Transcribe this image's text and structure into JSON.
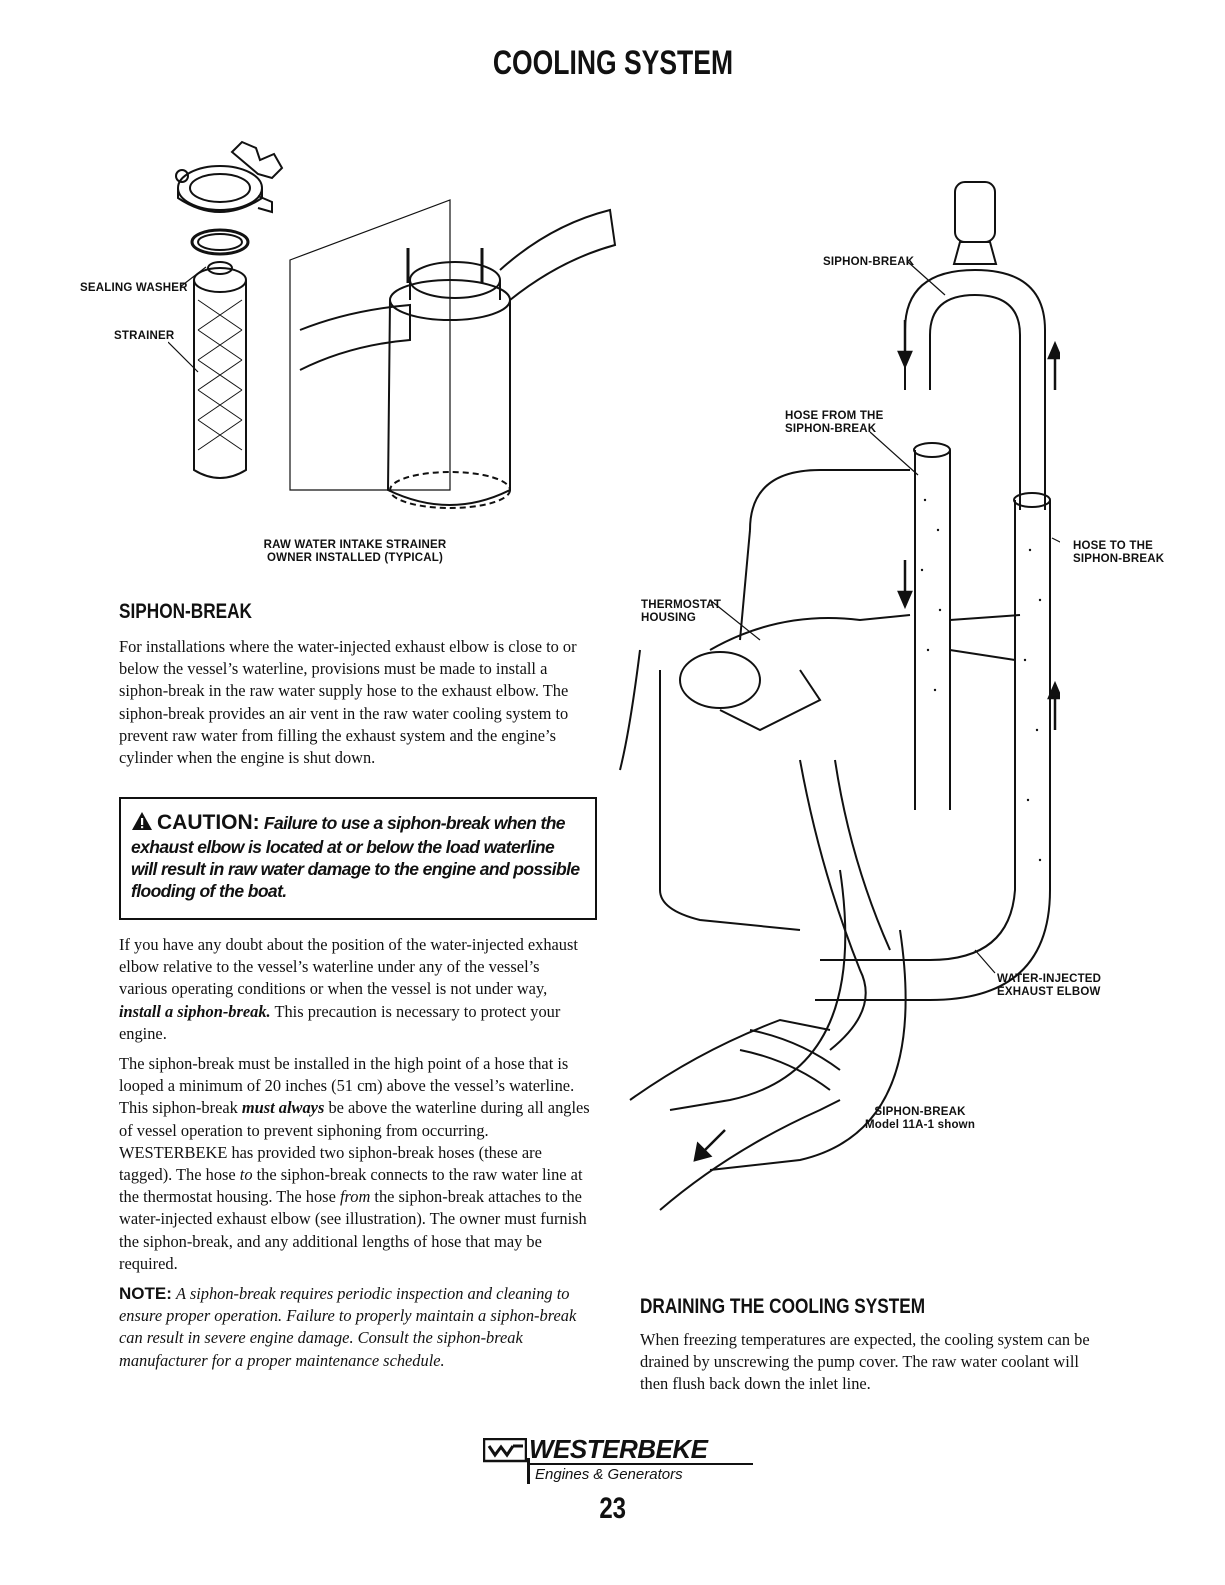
{
  "page": {
    "title": "COOLING SYSTEM",
    "page_number": "23"
  },
  "figure_strainer": {
    "callouts": {
      "sealing_washer": "SEALING WASHER",
      "strainer": "STRAINER"
    },
    "caption_line1": "RAW WATER INTAKE STRAINER",
    "caption_line2": "OWNER INSTALLED (TYPICAL)"
  },
  "figure_siphon": {
    "callouts": {
      "siphon_break": "SIPHON-BREAK",
      "hose_from_line1": "HOSE FROM THE",
      "hose_from_line2": "SIPHON-BREAK",
      "hose_to_line1": "HOSE TO THE",
      "hose_to_line2": "SIPHON-BREAK",
      "thermostat_line1": "THERMOSTAT",
      "thermostat_line2": "HOUSING",
      "elbow_line1": "WATER-INJECTED",
      "elbow_line2": "EXHAUST ELBOW"
    },
    "caption_line1": "SIPHON-BREAK",
    "caption_line2": "Model 11A-1 shown"
  },
  "siphon_section": {
    "heading": "SIPHON-BREAK",
    "intro": "For installations where the water-injected exhaust elbow is close to or below the vessel’s waterline, provisions must be made to install a siphon-break in the raw water supply hose to the exhaust elbow. The siphon-break provides an air vent in the raw water cooling system to prevent raw water from filling the exhaust system and the engine’s cylinder when the engine is shut down.",
    "caution_label": "CAUTION:",
    "caution_text": "Failure to use a siphon-break when the exhaust elbow is located at or below the load waterline will result in raw water damage to the engine and possible flooding of the boat.",
    "para2_before": "If you have any doubt about the position of the water-injected exhaust elbow relative to the vessel’s waterline under any of the vessel’s various operating conditions or when the vessel is not under way, ",
    "para2_emph": "install a siphon-break.",
    "para2_after": " This precaution is necessary to protect your engine.",
    "para3_a": "The siphon-break must be installed in the high point of a hose that is looped a minimum of 20 inches (51 cm) above the vessel’s waterline. This siphon-break ",
    "para3_emph1": "must always",
    "para3_b": " be above the waterline during all angles of vessel operation to prevent siphoning from occurring. WESTERBEKE has provided two siphon-break hoses (these are tagged). The hose ",
    "para3_emph2": "to",
    "para3_c": " the siphon-break connects to the raw water line at the thermostat housing. The hose ",
    "para3_emph3": "from",
    "para3_d": " the siphon-break attaches to the water-injected exhaust elbow (see illustration). The owner must furnish the siphon-break, and any additional lengths of hose that may be required.",
    "note_label": "NOTE:",
    "note_text": "A siphon-break requires periodic inspection and cleaning to ensure proper operation. Failure to properly maintain a siphon-break can result in severe engine damage. Consult the siphon-break manufacturer for a proper maintenance schedule."
  },
  "draining_section": {
    "heading": "DRAINING THE COOLING SYSTEM",
    "text": "When freezing temperatures are expected, the cooling system can be drained by unscrewing the pump cover. The raw water coolant will then flush back down the inlet line."
  },
  "logo": {
    "brand": "WESTERBEKE",
    "tagline": "Engines & Generators"
  }
}
